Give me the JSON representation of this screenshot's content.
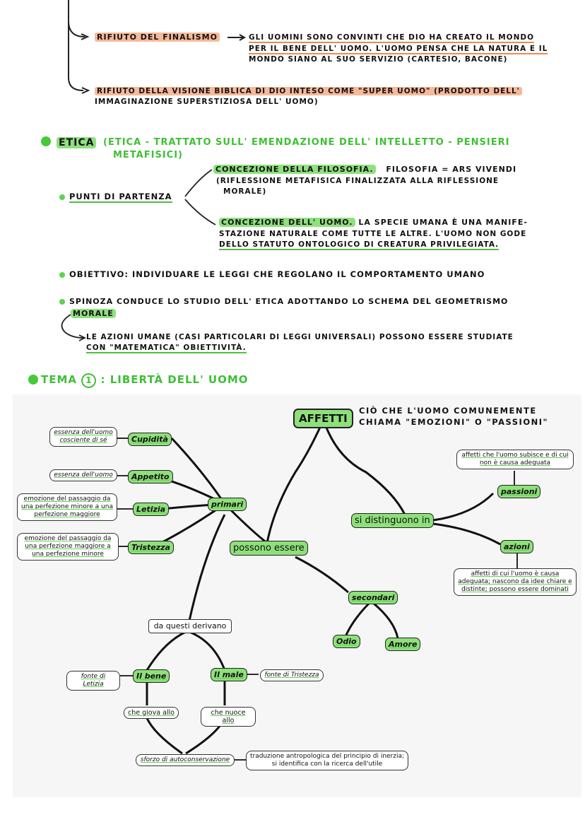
{
  "notes": {
    "rifiuto_finalismo_label": "RIFIUTO DEL FINALISMO",
    "rifiuto_finalismo_text_1": "GLI UOMINI SONO CONVINTI CHE DIO HA CREATO IL MONDO",
    "rifiuto_finalismo_text_2": "PER IL BENE DELL' UOMO. L'UOMO PENSA CHE LA NATURA E IL",
    "rifiuto_finalismo_text_3": "MONDO SIANO AL SUO SERVIZIO (CARTESIO, BACONE)",
    "rifiuto_biblica_line_1": "RIFIUTO DELLA VISIONE BIBLICA DI DIO INTESO COME \"SUPER UOMO\" (PRODOTTO DELL'",
    "rifiuto_biblica_line_2": "IMMAGINAZIONE SUPERSTIZIOSA DELL' UOMO)",
    "etica_label": "ETICA",
    "etica_sub_1": "(ETICA - TRATTATO SULL' EMENDAZIONE DELL' INTELLETTO - PENSIERI",
    "etica_sub_2": "METAFISICI)",
    "punti_label": "PUNTI DI PARTENZA",
    "filosofia_label": "CONCEZIONE DELLA FILOSOFIA.",
    "filosofia_text_1": "FILOSOFIA = ARS VIVENDI",
    "filosofia_text_2": "(RIFLESSIONE METAFISICA FINALIZZATA ALLA RIFLESSIONE",
    "filosofia_text_3": "MORALE)",
    "uomo_label": "CONCEZIONE DELL' UOMO.",
    "uomo_text_1": "LA SPECIE UMANA È UNA MANIFE-",
    "uomo_text_2": "STAZIONE NATURALE COME TUTTE LE ALTRE. L'UOMO NON GODE",
    "uomo_text_3": "DELLO STATUTO ONTOLOGICO DI CREATURA PRIVILEGIATA.",
    "obiettivo": "OBIETTIVO: INDIVIDUARE LE LEGGI CHE REGOLANO IL COMPORTAMENTO UMANO",
    "spinoza_1": "SPINOZA CONDUCE LO STUDIO DELL' ETICA ADOTTANDO LO SCHEMA DEL GEOMETRISMO",
    "spinoza_2": "MORALE",
    "azioni_1": "LE AZIONI UMANE (CASI PARTICOLARI DI LEGGI UNIVERSALI) POSSONO ESSERE STUDIATE",
    "azioni_2": "CON \"MATEMATICA\" OBIETTIVITÀ.",
    "tema_label": "TEMA",
    "tema_num": "1",
    "tema_title": ": LIBERTÀ DELL' UOMO"
  },
  "map": {
    "affetti": "AFFETTI",
    "affetti_note_1": "CIÒ CHE L'UOMO COMUNEMENTE",
    "affetti_note_2": "CHIAMA \"EMOZIONI\" O \"PASSIONI\"",
    "possono_essere": "possono essere",
    "si_distinguono": "si distinguono in",
    "primari": "primari",
    "secondari": "secondari",
    "cupidita": "Cupidità",
    "appetito": "Appetito",
    "letizia": "Letizia",
    "tristezza": "Tristezza",
    "cupidita_desc": "essenza dell'uomo cosciente di sé",
    "appetito_desc": "essenza dell'uomo",
    "letizia_desc": "emozione del passaggio da una perfezione minore a una perfezione maggiore",
    "tristezza_desc": "emozione del passaggio da una perfezione maggiore a una perfezione minore",
    "odio": "Odio",
    "amore": "Amore",
    "passioni": "passioni",
    "azioni": "azioni",
    "passioni_desc": "affetti che l'uomo subisce e di cui non è causa adeguata",
    "azioni_desc": "affetti di cui l'uomo è causa adeguata; nascono da idee chiare e distinte; possono essere dominati",
    "da_questi": "da questi derivano",
    "bene": "Il bene",
    "male": "Il male",
    "fonte_letizia": "fonte di Letizia",
    "fonte_tristezza": "fonte di Tristezza",
    "giova": "che giova allo",
    "nuoce": "che nuoce allo",
    "sforzo": "sforzo di autoconservazione",
    "traduzione": "traduzione antropologica del principio di inerzia; si identifica con la ricerca dell'utile"
  },
  "colors": {
    "orange": "#f6b99a",
    "green": "#8ee07a",
    "dark_green": "#47c93a"
  }
}
